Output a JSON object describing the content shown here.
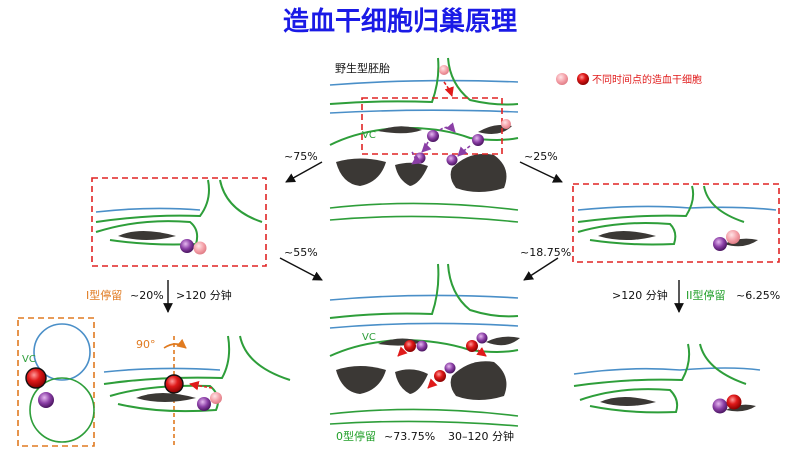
{
  "title": "造血干细胞归巢原理",
  "labels": {
    "wildtype": "野生型胚胎",
    "legend": "不同时间点的造血干细胞",
    "vc": "VC",
    "pct_75": "~75%",
    "pct_25": "~25%",
    "pct_55": "~55%",
    "pct_18": "~18.75%",
    "type1": "I型停留",
    "pct_20": "~20%",
    "time_120_left": ">120 分钟",
    "time_120_right": ">120 分钟",
    "type2": "II型停留",
    "pct_6": "~6.25%",
    "angle": "90°",
    "type0": "0型停留",
    "pct_73": "~73.75%",
    "time_30_120": "30–120 分钟"
  },
  "colors": {
    "title": "#1a1ae6",
    "vessel_green": "#2e9e3a",
    "vessel_blue": "#4a8fc8",
    "dashed_red": "#e02424",
    "dashed_orange": "#e07a20",
    "rock": "#3b3835",
    "cell_red": "#e01a1a",
    "cell_pink": "#f4a0a8",
    "cell_purple": "#8b3fa6",
    "type_orange": "#e07a20",
    "type_green": "#22a02a",
    "legend_red": "#e01a1a"
  }
}
